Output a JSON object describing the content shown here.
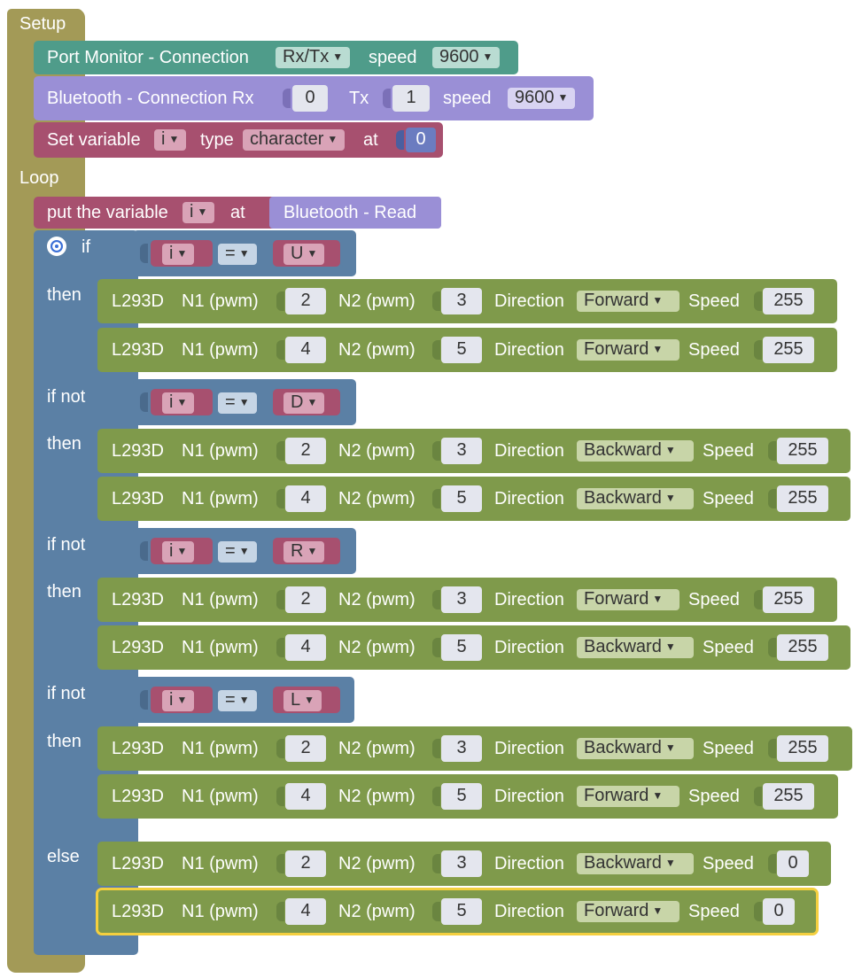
{
  "setup": {
    "label": "Setup",
    "port_monitor": {
      "label": "Port Monitor - Connection",
      "mode": "Rx/Tx",
      "speed_label": "speed",
      "speed": "9600"
    },
    "bluetooth_conn": {
      "label": "Bluetooth - Connection Rx",
      "rx": "0",
      "tx_label": "Tx",
      "tx": "1",
      "speed_label": "speed",
      "speed": "9600"
    },
    "set_variable": {
      "label": "Set variable",
      "var": "i",
      "type_label": "type",
      "type": "character",
      "at_label": "at",
      "value": "0"
    }
  },
  "loop": {
    "label": "Loop",
    "put_variable": {
      "label": "put the variable",
      "var": "i",
      "at_label": "at",
      "source": "Bluetooth - Read"
    },
    "if_block": {
      "if_label": "if",
      "ifnot_label": "if not",
      "then_label": "then",
      "else_label": "else",
      "conditions": [
        {
          "var": "i",
          "op": "=",
          "value": "U"
        },
        {
          "var": "i",
          "op": "=",
          "value": "D"
        },
        {
          "var": "i",
          "op": "=",
          "value": "R"
        },
        {
          "var": "i",
          "op": "=",
          "value": "L"
        }
      ]
    },
    "motor": {
      "name": "L293D",
      "n1_label": "N1 (pwm)",
      "n2_label": "N2 (pwm)",
      "dir_label": "Direction",
      "speed_label": "Speed",
      "rows": [
        {
          "n1": "2",
          "n2": "3",
          "dir": "Forward",
          "speed": "255"
        },
        {
          "n1": "4",
          "n2": "5",
          "dir": "Forward",
          "speed": "255"
        },
        {
          "n1": "2",
          "n2": "3",
          "dir": "Backward",
          "speed": "255"
        },
        {
          "n1": "4",
          "n2": "5",
          "dir": "Backward",
          "speed": "255"
        },
        {
          "n1": "2",
          "n2": "3",
          "dir": "Forward",
          "speed": "255"
        },
        {
          "n1": "4",
          "n2": "5",
          "dir": "Backward",
          "speed": "255"
        },
        {
          "n1": "2",
          "n2": "3",
          "dir": "Backward",
          "speed": "255"
        },
        {
          "n1": "4",
          "n2": "5",
          "dir": "Forward",
          "speed": "255"
        },
        {
          "n1": "2",
          "n2": "3",
          "dir": "Backward",
          "speed": "0"
        },
        {
          "n1": "4",
          "n2": "5",
          "dir": "Forward",
          "speed": "0"
        }
      ]
    }
  },
  "colors": {
    "setup_loop": "#a39a57",
    "port_monitor": "#4f9c8a",
    "bluetooth": "#9a8fd6",
    "variable": "#a7506f",
    "if_block": "#5b80a5",
    "motor": "#7f9a4b",
    "number_slot": "#e4e6ee",
    "selection": "#f4cf3f"
  }
}
